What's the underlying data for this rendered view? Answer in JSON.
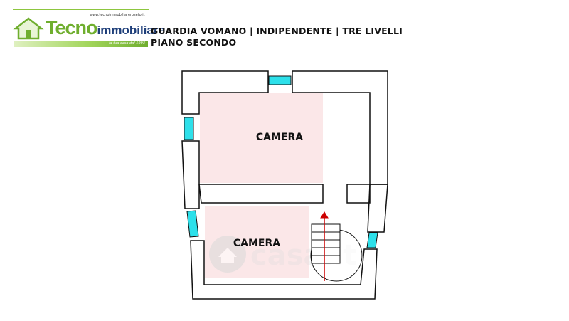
{
  "logo": {
    "url": "www.tecnoimmobiliareroseto.it",
    "brand_main": "Tecno",
    "brand_sub": "immobiliare",
    "tagline": "la tua casa dal 1993"
  },
  "header": {
    "title": "GUARDIA VOMANO | INDIPENDENTE | TRE LIVELLI",
    "subtitle": "PIANO SECONDO"
  },
  "rooms": [
    {
      "label": "CAMERA"
    },
    {
      "label": "CAMERA"
    }
  ],
  "watermark": {
    "text": "casa.it"
  },
  "colors": {
    "room_fill": "#fbe7e8",
    "window": "#2de0ea",
    "wall": "#111111",
    "stair_arrow": "#cc0000",
    "brand_green": "#6fae2e",
    "brand_blue": "#1f3f7a"
  }
}
